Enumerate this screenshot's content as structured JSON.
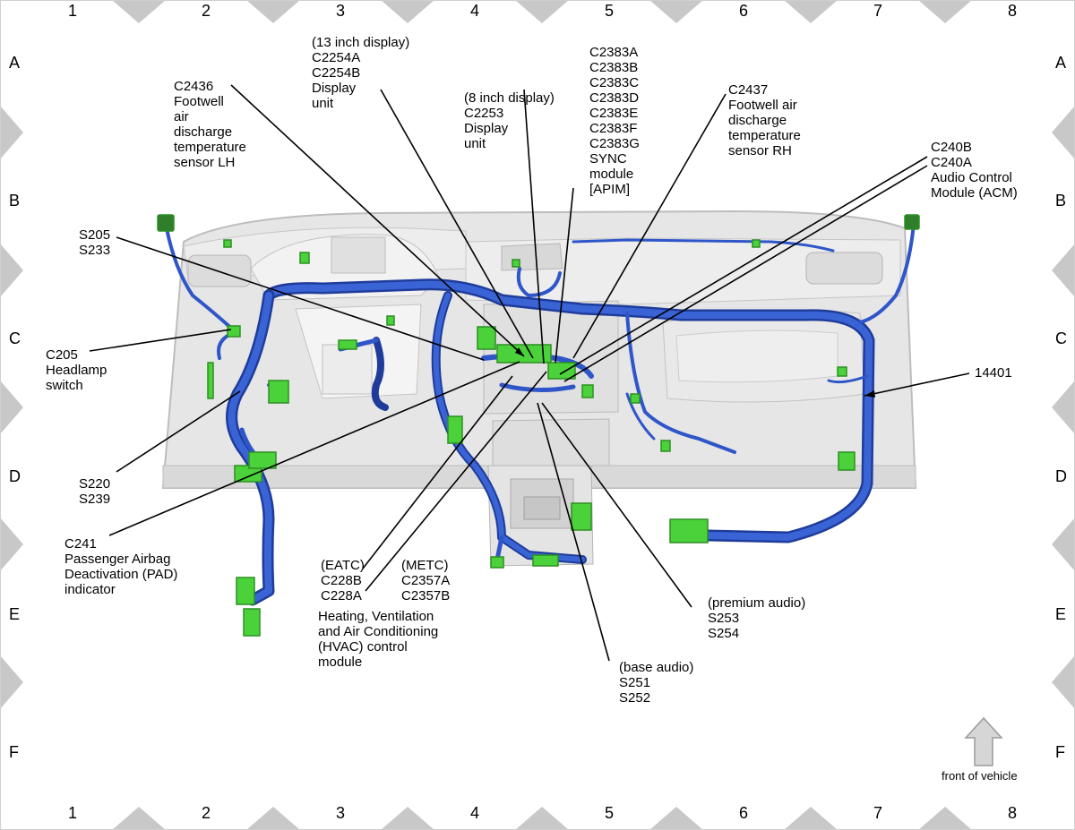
{
  "grid": {
    "columns": [
      "1",
      "2",
      "3",
      "4",
      "5",
      "6",
      "7",
      "8"
    ],
    "rows": [
      "A",
      "B",
      "C",
      "D",
      "E",
      "F"
    ]
  },
  "colors": {
    "harness": "#2f56c9",
    "harness_dark": "#1f3c9a",
    "connector": "#4bd13a",
    "connector_dark": "#2c8f22",
    "dashboard": "#e3e3e3",
    "dashboard_edge": "#b9b9b9",
    "grid_marker": "#c8c8c8",
    "arrow": "#d6d6d6"
  },
  "labels": {
    "c2254": [
      "(13 inch display)",
      "C2254A",
      "C2254B",
      "Display",
      "unit"
    ],
    "c2436": [
      "C2436",
      "Footwell",
      "air",
      "discharge",
      "temperature",
      "sensor LH"
    ],
    "c2253": [
      "(8 inch display)",
      "C2253",
      "Display",
      "unit"
    ],
    "c2383": [
      "C2383A",
      "C2383B",
      "C2383C",
      "C2383D",
      "C2383E",
      "C2383F",
      "C2383G",
      "SYNC",
      "module",
      "[APIM]"
    ],
    "c2437": [
      "C2437",
      "Footwell air",
      "discharge",
      "temperature",
      "sensor RH"
    ],
    "c240": [
      "C240B",
      "C240A",
      "Audio Control",
      "Module (ACM)"
    ],
    "s205": [
      "S205",
      "S233"
    ],
    "c205": [
      "C205",
      "Headlamp",
      "switch"
    ],
    "harness_id": [
      "14401"
    ],
    "s220": [
      "S220",
      "S239"
    ],
    "c241": [
      "C241",
      "Passenger Airbag",
      "Deactivation (PAD)",
      "indicator"
    ],
    "eatc": [
      "(EATC)",
      "C228B",
      "C228A"
    ],
    "metc": [
      "(METC)",
      "C2357A",
      "C2357B"
    ],
    "hvac": [
      "Heating, Ventilation",
      "and Air Conditioning",
      "(HVAC) control",
      "module"
    ],
    "premium": [
      "(premium audio)",
      "S253",
      "S254"
    ],
    "base": [
      "(base audio)",
      "S251",
      "S252"
    ]
  },
  "orientation": {
    "caption": "front of vehicle",
    "icon": "up-arrow-icon"
  }
}
